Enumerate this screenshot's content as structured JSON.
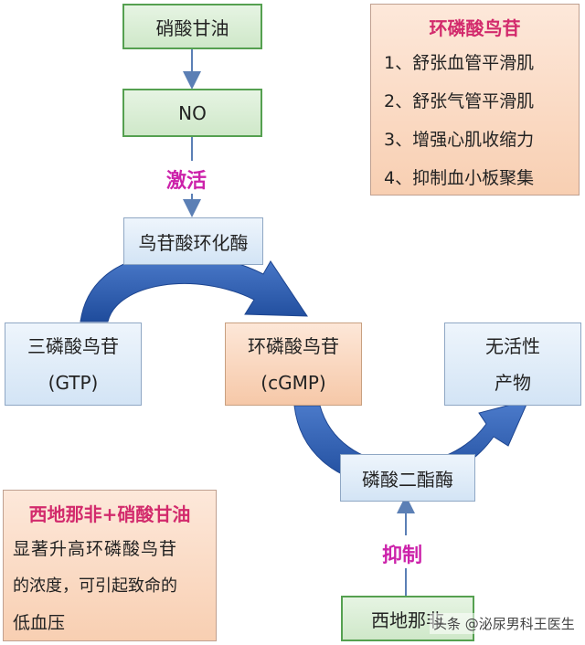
{
  "flow": {
    "nitroglycerin": "硝酸甘油",
    "no": "NO",
    "activate_label": "激活",
    "guanylate_cyclase": "鸟苷酸环化酶",
    "gtp_name": "三磷酸鸟苷",
    "gtp_abbr": "(GTP)",
    "cgmp_name": "环磷酸鸟苷",
    "cgmp_abbr": "(cGMP)",
    "inactive_line1": "无活性",
    "inactive_line2": "产物",
    "pde": "磷酸二酯酶",
    "inhibit_label": "抑制",
    "sildenafil": "西地那非"
  },
  "effects_panel": {
    "title": "环磷酸鸟苷",
    "items": [
      "1、舒张血管平滑肌",
      "2、舒张气管平滑肌",
      "3、增强心肌收缩力",
      "4、抑制血小板聚集"
    ]
  },
  "warning_panel": {
    "title": "西地那非+硝酸甘油",
    "lines": [
      "显著升高环磷酸鸟苷",
      "的浓度，可引起致命的",
      "低血压"
    ]
  },
  "watermark": "头条 @泌尿男科王医生",
  "colors": {
    "green_border": "#55a050",
    "arrow_blue": "#2f5fb0",
    "label_magenta": "#cc22aa",
    "title_pink": "#d22a6c"
  }
}
